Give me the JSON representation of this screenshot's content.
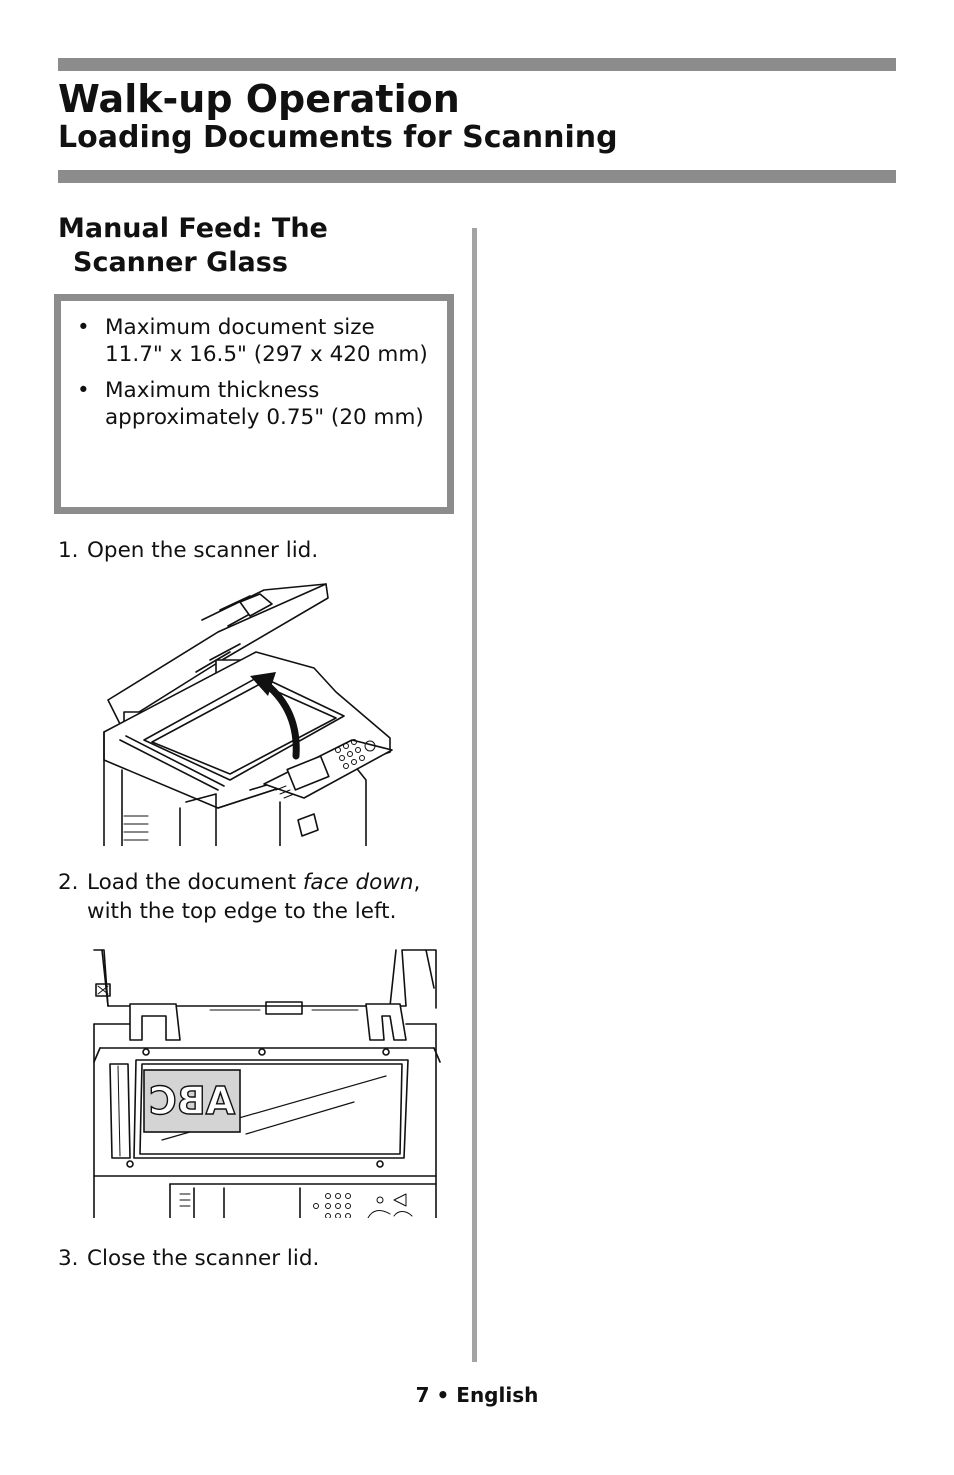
{
  "header": {
    "title": "Walk-up Operation",
    "subtitle": "Loading Documents for Scanning"
  },
  "section": {
    "heading_line1": "Manual Feed: The",
    "heading_line2": "Scanner Glass"
  },
  "note_box": {
    "items": [
      "Maximum document size 11.7\" x 16.5\" (297 x 420 mm)",
      "Maximum thickness approximately 0.75\" (20 mm)"
    ]
  },
  "steps": [
    {
      "number": "1.",
      "text": "Open the scanner lid."
    },
    {
      "number": "2.",
      "text_before": "Load the document ",
      "text_emphasis": "face down",
      "text_after": ",",
      "text_line2": "with the top edge to the left."
    },
    {
      "number": "3.",
      "text": "Close the scanner lid."
    }
  ],
  "figures": {
    "document_label": "ABC"
  },
  "footer": {
    "page_number": "7",
    "separator": "•",
    "language": "English"
  },
  "colors": {
    "rule_gray": "#8c8c8c",
    "divider_gray": "#a3a3a3",
    "text": "#111111",
    "document_fill": "#d4d4d4"
  }
}
